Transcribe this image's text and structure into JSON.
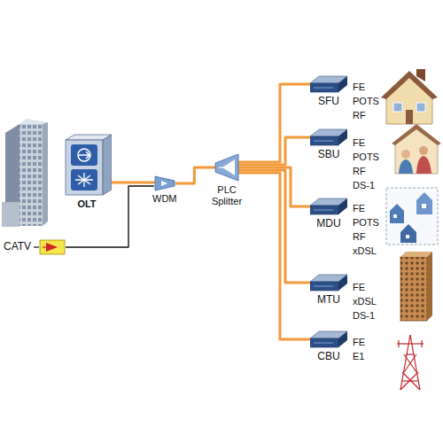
{
  "diagram": {
    "nodes": [
      {
        "text": [
          "OLT"
        ]
      },
      {
        "text": [
          "CATV"
        ]
      },
      {
        "text": [
          "WDM"
        ]
      },
      {
        "text": [
          "PLC Splitter"
        ]
      },
      {
        "text": [
          "SFU"
        ]
      },
      {
        "text": [
          "SBU"
        ]
      },
      {
        "text": [
          "MDU"
        ]
      },
      {
        "text": [
          "MTU"
        ]
      },
      {
        "text": [
          "CBU"
        ]
      }
    ],
    "edges": [
      {
        "from": 0,
        "to": 2,
        "arrow": "none"
      },
      {
        "from": 1,
        "to": 2,
        "arrow": "none"
      },
      {
        "from": 2,
        "to": 3,
        "arrow": "none"
      },
      {
        "from": 3,
        "to": 4,
        "arrow": "none"
      },
      {
        "from": 3,
        "to": 5,
        "arrow": "none"
      },
      {
        "from": 3,
        "to": 6,
        "arrow": "none"
      },
      {
        "from": 3,
        "to": 7,
        "arrow": "none"
      },
      {
        "from": 3,
        "to": 8,
        "arrow": "none"
      }
    ],
    "labels": [
      "FE",
      "POTS",
      "RF",
      "FE",
      "POTS",
      "RF",
      "DS-1",
      "FE",
      "POTS",
      "RF",
      "xDSL",
      "FE",
      "xDSL",
      "DS-1",
      "FE",
      "E1"
    ]
  }
}
